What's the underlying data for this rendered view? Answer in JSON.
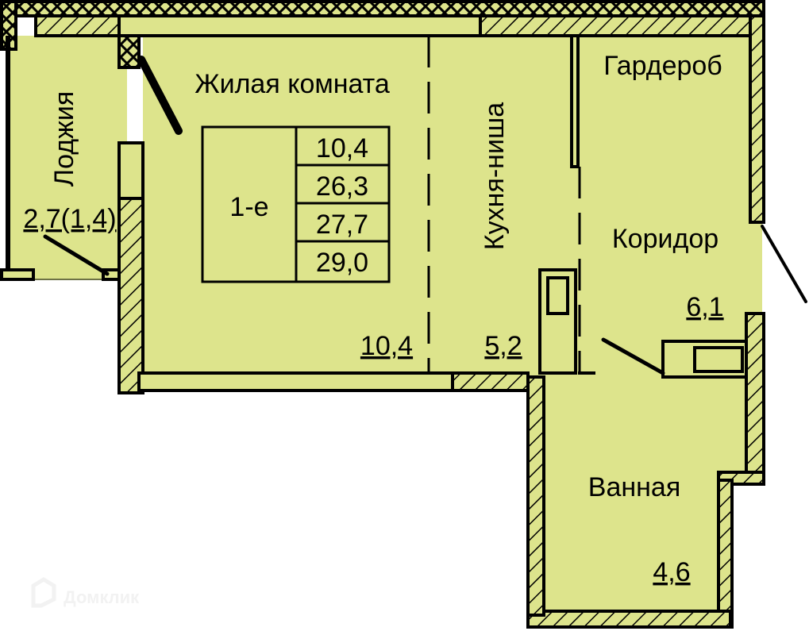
{
  "plan": {
    "fill_color": "#dde48c",
    "wall_color": "#000000",
    "rooms": {
      "loggia": {
        "name": "Лоджия",
        "area": "2,7(1,4)"
      },
      "living": {
        "name": "Жилая комната",
        "area": "10,4"
      },
      "kitchen": {
        "name": "Кухня-ниша",
        "area": "5,2"
      },
      "wardrobe": {
        "name": "Гардероб"
      },
      "corridor": {
        "name": "Коридор",
        "area": "6,1"
      },
      "bathroom": {
        "name": "Ванная",
        "area": "4,6"
      }
    },
    "summary": {
      "rooms_label": "1-е",
      "values": [
        "10,4",
        "26,3",
        "27,7",
        "29,0"
      ]
    }
  },
  "watermark": {
    "text": "Домклик",
    "icon": "domclick-logo-icon"
  }
}
